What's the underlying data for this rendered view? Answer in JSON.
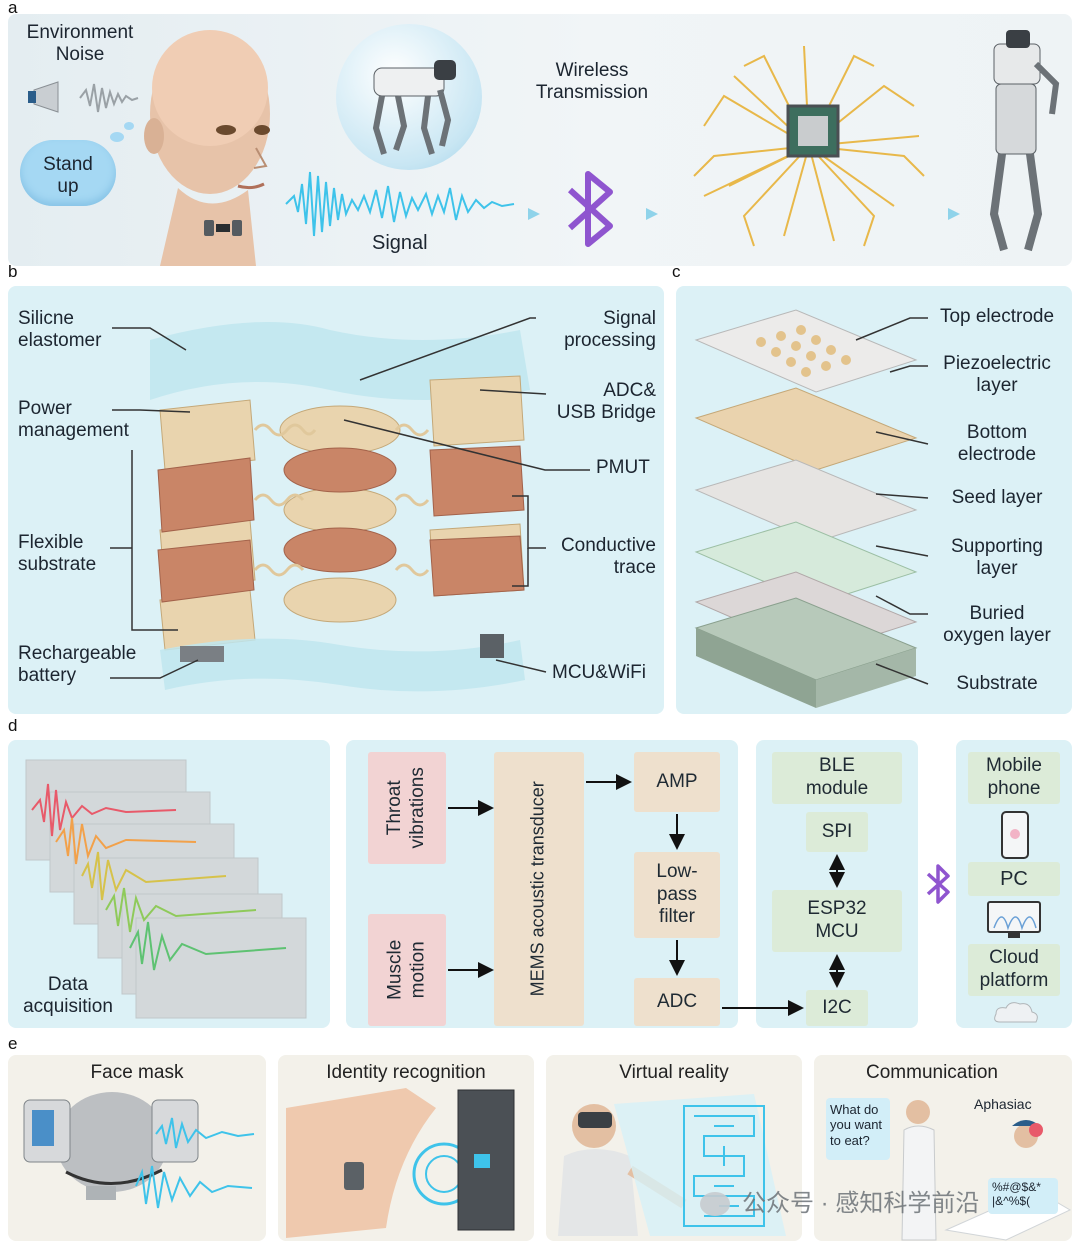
{
  "panels": {
    "a": "a",
    "b": "b",
    "c": "c",
    "d": "d",
    "e": "e"
  },
  "a": {
    "env_noise": [
      "Environment",
      "Noise"
    ],
    "stand_up": [
      "Stand",
      "up"
    ],
    "wireless": [
      "Wireless",
      "Transmission"
    ],
    "signal": "Signal"
  },
  "b": {
    "left": {
      "silicone": [
        "Silicne",
        "elastomer"
      ],
      "power": [
        "Power",
        "management"
      ],
      "flex": [
        "Flexible",
        "substrate"
      ],
      "battery": [
        "Rechargeable",
        "battery"
      ]
    },
    "right": {
      "signal_proc": [
        "Signal",
        "processing"
      ],
      "adc": [
        "ADC&",
        "USB Bridge"
      ],
      "pmut": "PMUT",
      "conductive": [
        "Conductive",
        "trace"
      ],
      "mcu": "MCU&WiFi"
    }
  },
  "c": {
    "top_electrode": "Top electrode",
    "piezo": [
      "Piezoelectric",
      "layer"
    ],
    "bottom_electrode": [
      "Bottom",
      "electrode"
    ],
    "seed": "Seed layer",
    "supporting": [
      "Supporting",
      "layer"
    ],
    "buried": [
      "Buried",
      "oxygen layer"
    ],
    "substrate": "Substrate"
  },
  "d": {
    "data_acq": [
      "Data",
      "acquisition"
    ],
    "throat": [
      "Throat",
      "vibrations"
    ],
    "muscle": [
      "Muscle",
      "motion"
    ],
    "mems": "MEMS acoustic transducer",
    "amp": "AMP",
    "lpf": [
      "Low-",
      "pass",
      "filter"
    ],
    "adc": "ADC",
    "ble": [
      "BLE",
      "module"
    ],
    "spi": "SPI",
    "esp": [
      "ESP32",
      "MCU"
    ],
    "i2c": "I2C",
    "mobile": [
      "Mobile",
      "phone"
    ],
    "pc": "PC",
    "cloud": [
      "Cloud",
      "platform"
    ]
  },
  "e": {
    "face_mask": "Face mask",
    "identity": "Identity recognition",
    "vr": "Virtual reality",
    "communication": "Communication",
    "what_do": [
      "What do",
      "you want",
      "to eat?"
    ],
    "aphasiac": "Aphasiac",
    "symbols": [
      "%#@$&*",
      "|&^%$("
    ]
  },
  "watermark": "公众号 · 感知科学前沿",
  "colors": {
    "panel_bg": "#dcf1f6",
    "pink_box": "#f2d3d3",
    "tan_box": "#eee0cd",
    "green_box": "#dcebd8",
    "bluetooth": "#8f55cf",
    "signal_blue": "#3ec3ea"
  }
}
